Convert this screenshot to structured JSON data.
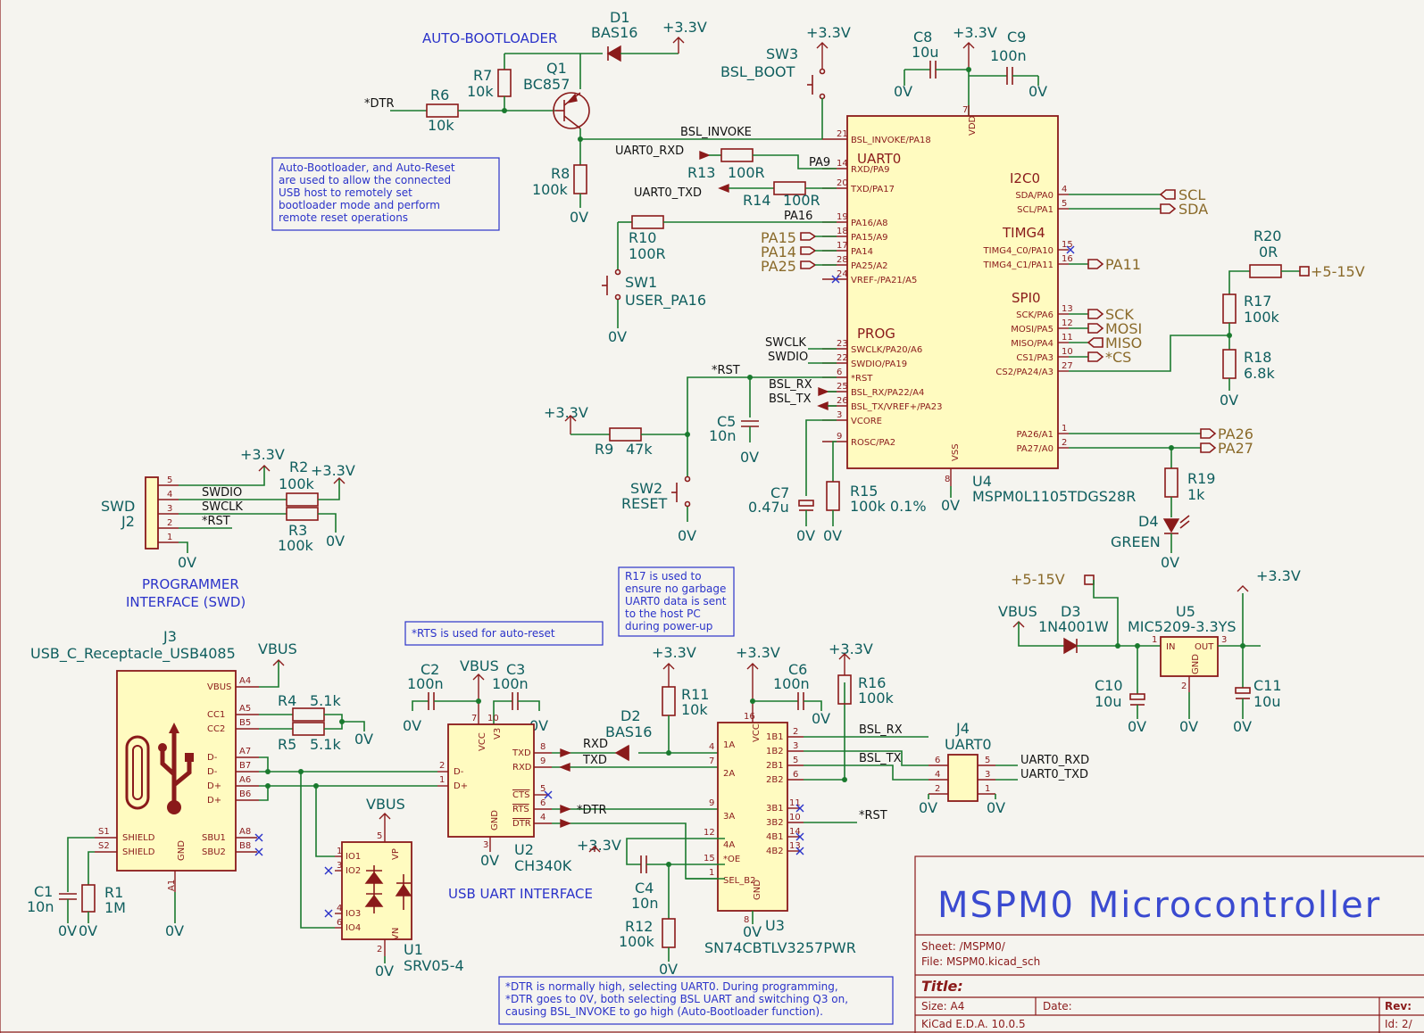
{
  "labels": {
    "auto_bootloader": "AUTO-BOOTLOADER",
    "programmer_interface_1": "PROGRAMMER",
    "programmer_interface_2": "INTERFACE (SWD)",
    "usb_uart_interface": "USB UART INTERFACE"
  },
  "notes": {
    "auto_reset": [
      "Auto-Bootloader, and Auto-Reset",
      "are used to allow the connected",
      "USB host to remotely set",
      "bootloader mode and perform",
      "remote reset operations"
    ],
    "r17": [
      "R17 is used to",
      "ensure no garbage",
      "UART0 data is sent",
      "to the host PC",
      "during power-up"
    ],
    "rts": "*RTS is used for auto-reset",
    "dtr": [
      "*DTR is normally high, selecting UART0. During programming,",
      "*DTR goes to 0V, both selecting BSL UART and switching Q3 on,",
      "causing BSL_INVOKE to go high (Auto-Bootloader function)."
    ]
  },
  "components": {
    "D1": {
      "ref": "D1",
      "val": "BAS16"
    },
    "Q1": {
      "ref": "Q1",
      "val": "BC857"
    },
    "R6": {
      "ref": "R6",
      "val": "10k"
    },
    "R7": {
      "ref": "R7",
      "val": "10k"
    },
    "R8": {
      "ref": "R8",
      "val": "100k"
    },
    "SW3": {
      "ref": "SW3",
      "val": "BSL_BOOT"
    },
    "C8": {
      "ref": "C8",
      "val": "10u"
    },
    "C9": {
      "ref": "C9",
      "val": "100n"
    },
    "R13": {
      "ref": "R13",
      "val": "100R"
    },
    "R14": {
      "ref": "R14",
      "val": "100R"
    },
    "R10": {
      "ref": "R10",
      "val": "100R"
    },
    "SW1": {
      "ref": "SW1",
      "val": "USER_PA16"
    },
    "R20": {
      "ref": "R20",
      "val": "0R"
    },
    "R17": {
      "ref": "R17",
      "val": "100k"
    },
    "R18": {
      "ref": "R18",
      "val": "6.8k"
    },
    "C5": {
      "ref": "C5",
      "val": "10n"
    },
    "R9": {
      "ref": "R9",
      "val": "47k"
    },
    "SW2": {
      "ref": "SW2",
      "val": "RESET"
    },
    "C7": {
      "ref": "C7",
      "val": "0.47u"
    },
    "R15": {
      "ref": "R15",
      "val": "100k 0.1%"
    },
    "U4": {
      "ref": "U4",
      "val": "MSPM0L1105TDGS28R"
    },
    "R19": {
      "ref": "R19",
      "val": "1k"
    },
    "D4": {
      "ref": "D4",
      "val": "GREEN"
    },
    "J2": {
      "ref": "J2",
      "val": "SWD"
    },
    "R2": {
      "ref": "R2",
      "val": "100k"
    },
    "R3": {
      "ref": "R3",
      "val": "100k"
    },
    "J3": {
      "ref": "J3",
      "val": "USB_C_Receptacle_USB4085"
    },
    "R4": {
      "ref": "R4",
      "val": "5.1k"
    },
    "R5": {
      "ref": "R5",
      "val": "5.1k"
    },
    "C1": {
      "ref": "C1",
      "val": "10n"
    },
    "R1": {
      "ref": "R1",
      "val": "1M"
    },
    "U1": {
      "ref": "U1",
      "val": "SRV05-4"
    },
    "C2": {
      "ref": "C2",
      "val": "100n"
    },
    "C3": {
      "ref": "C3",
      "val": "100n"
    },
    "U2": {
      "ref": "U2",
      "val": "CH340K"
    },
    "D2": {
      "ref": "D2",
      "val": "BAS16"
    },
    "R11": {
      "ref": "R11",
      "val": "10k"
    },
    "C6": {
      "ref": "C6",
      "val": "100n"
    },
    "R16": {
      "ref": "R16",
      "val": "100k"
    },
    "U3": {
      "ref": "U3",
      "val": "SN74CBTLV3257PWR"
    },
    "C4": {
      "ref": "C4",
      "val": "10n"
    },
    "R12": {
      "ref": "R12",
      "val": "100k"
    },
    "J4": {
      "ref": "J4",
      "val": "UART0"
    },
    "D3": {
      "ref": "D3",
      "val": "1N4001W"
    },
    "U5": {
      "ref": "U5",
      "val": "MIC5209-3.3YS"
    },
    "C10": {
      "ref": "C10",
      "val": "10u"
    },
    "C11": {
      "ref": "C11",
      "val": "10u"
    }
  },
  "power": {
    "v33": "+3.3V",
    "gnd": "0V",
    "vbus": "VBUS",
    "vin": "+5-15V"
  },
  "nets": {
    "dtr": "*DTR",
    "bsl_invoke": "BSL_INVOKE",
    "uart0_rxd": "UART0_RXD",
    "uart0_txd": "UART0_TXD",
    "pa9": "PA9",
    "pa16": "PA16",
    "swclk": "SWCLK",
    "swdio": "SWDIO",
    "rst": "*RST",
    "bsl_rx": "BSL_RX",
    "bsl_tx": "BSL_TX",
    "rxd": "RXD",
    "txd": "TXD"
  },
  "hier": {
    "scl": "SCL",
    "sda": "SDA",
    "pa11": "PA11",
    "sck": "SCK",
    "mosi": "MOSI",
    "miso": "MISO",
    "cs": "*CS",
    "pa26": "PA26",
    "pa27": "PA27",
    "pa15": "PA15",
    "pa14": "PA14",
    "pa25": "PA25"
  },
  "u4": {
    "groups": {
      "uart0": "UART0",
      "i2c0": "I2C0",
      "timg4": "TIMG4",
      "spi0": "SPI0",
      "prog": "PROG"
    },
    "left": [
      {
        "num": "21",
        "name": "BSL_INVOKE/PA18"
      },
      {
        "num": "14",
        "name": "RXD/PA9"
      },
      {
        "num": "20",
        "name": "TXD/PA17"
      },
      {
        "num": "19",
        "name": "PA16/A8"
      },
      {
        "num": "18",
        "name": "PA15/A9"
      },
      {
        "num": "17",
        "name": "PA14"
      },
      {
        "num": "28",
        "name": "PA25/A2"
      },
      {
        "num": "24",
        "name": "VREF-/PA21/A5"
      },
      {
        "num": "23",
        "name": "SWCLK/PA20/A6"
      },
      {
        "num": "22",
        "name": "SWDIO/PA19"
      },
      {
        "num": "6",
        "name": "*RST"
      },
      {
        "num": "25",
        "name": "BSL_RX/PA22/A4"
      },
      {
        "num": "26",
        "name": "BSL_TX/VREF+/PA23"
      },
      {
        "num": "3",
        "name": "VCORE"
      },
      {
        "num": "9",
        "name": "ROSC/PA2"
      }
    ],
    "right": [
      {
        "num": "4",
        "name": "SDA/PA0"
      },
      {
        "num": "5",
        "name": "SCL/PA1"
      },
      {
        "num": "15",
        "name": "TIMG4_C0/PA10"
      },
      {
        "num": "16",
        "name": "TIMG4_C1/PA11"
      },
      {
        "num": "13",
        "name": "SCK/PA6"
      },
      {
        "num": "12",
        "name": "MOSI/PA5"
      },
      {
        "num": "11",
        "name": "MISO/PA4"
      },
      {
        "num": "10",
        "name": "CS1/PA3"
      },
      {
        "num": "27",
        "name": "CS2/PA24/A3"
      },
      {
        "num": "1",
        "name": "PA26/A1"
      },
      {
        "num": "2",
        "name": "PA27/A0"
      }
    ],
    "vdd": {
      "num": "7",
      "name": "VDD"
    },
    "vss": {
      "num": "8",
      "name": "VSS"
    }
  },
  "j3_pins": [
    {
      "num": "A4",
      "name": "VBUS"
    },
    {
      "num": "A5",
      "name": "CC1"
    },
    {
      "num": "B5",
      "name": "CC2"
    },
    {
      "num": "A7",
      "name": "D-"
    },
    {
      "num": "B7",
      "name": "D-"
    },
    {
      "num": "A6",
      "name": "D+"
    },
    {
      "num": "B6",
      "name": "D+"
    },
    {
      "num": "S1",
      "name": "SHIELD"
    },
    {
      "num": "S2",
      "name": "SHIELD"
    },
    {
      "num": "A8",
      "name": "SBU1"
    },
    {
      "num": "B8",
      "name": "SBU2"
    },
    {
      "num": "A1",
      "name": "GND"
    }
  ],
  "u2_pins": {
    "vcc": "VCC",
    "v3": "V3",
    "gnd": "GND",
    "txd": "TXD",
    "rxd": "RXD",
    "dm": "D-",
    "dp": "D+",
    "cts": "CTS",
    "rts": "RTS",
    "dtr": "DTR",
    "n7": "7",
    "n10": "10",
    "n8": "8",
    "n9": "9",
    "n2": "2",
    "n1": "1",
    "n5": "5",
    "n6": "6",
    "n4": "4",
    "n3": "3"
  },
  "u3_pins": {
    "vcc": "VCC",
    "gnd": "GND",
    "p1a": "1A",
    "p2a": "2A",
    "p3a": "3A",
    "p4a": "4A",
    "poe": "*OE",
    "psel": "SEL_B2",
    "p1b1": "1B1",
    "p1b2": "1B2",
    "p2b1": "2B1",
    "p2b2": "2B2",
    "p3b1": "3B1",
    "p3b2": "3B2",
    "p4b1": "4B1",
    "p4b2": "4B2",
    "n16": "16",
    "n8": "8",
    "n4": "4",
    "n7": "7",
    "n9": "9",
    "n12": "12",
    "n15": "15",
    "n1": "1",
    "n2": "2",
    "n3": "3",
    "n5": "5",
    "n6": "6",
    "n11": "11",
    "n10": "10",
    "n14": "14",
    "n13": "13"
  },
  "u1_pins": {
    "io1": "IO1",
    "io2": "IO2",
    "io3": "IO3",
    "io4": "IO4",
    "vp": "VP",
    "vn": "VN",
    "n1": "1",
    "n3": "3",
    "n4": "4",
    "n6": "6",
    "n5": "5",
    "n2": "2"
  },
  "u5_pins": {
    "in": "IN",
    "out": "OUT",
    "gnd": "GND",
    "n1": "1",
    "n3": "3",
    "n2": "2"
  },
  "j2_pins": [
    "5",
    "4",
    "3",
    "2",
    "1"
  ],
  "j4_pins": [
    "6",
    "5",
    "4",
    "3",
    "2",
    "1"
  ],
  "q1_pins": {},
  "title_block": {
    "title": "MSPM0 Microcontroller",
    "sheet": "Sheet: /MSPM0/",
    "file": "File: MSPM0.kicad_sch",
    "title_label": "Title:",
    "size": "Size: A4",
    "date": "Date:",
    "rev": "Rev:",
    "kicad": "KiCad E.D.A. 10.0.5",
    "id": "Id: 2/"
  }
}
